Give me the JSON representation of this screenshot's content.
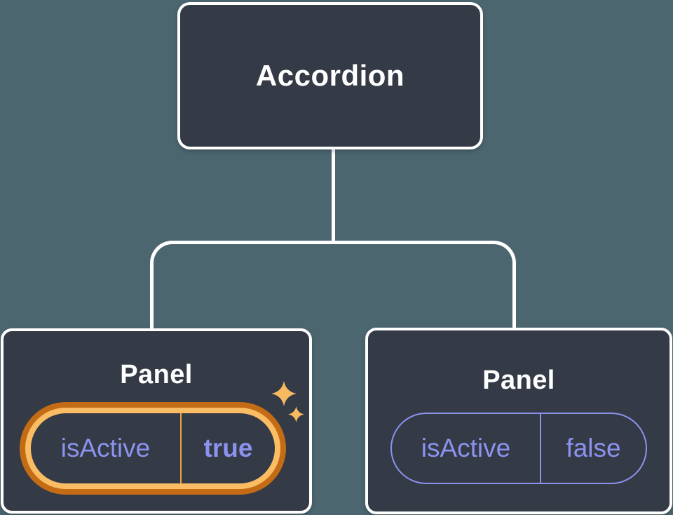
{
  "diagram": {
    "title": "component-tree-state-diagram",
    "colors": {
      "background": "#4C6670",
      "node_fill": "#343A46",
      "connector": "#FFFFFF",
      "state_purple": "#8B93EE",
      "highlight_ring_dark": "#C46B15",
      "highlight_ring_light": "#FABD64",
      "highlight_divider": "#E9A63F",
      "sparkle": "#F8BA60"
    },
    "root": {
      "label": "Accordion"
    },
    "children": [
      {
        "label": "Panel",
        "highlighted": true,
        "state": {
          "key": "isActive",
          "value": "true"
        }
      },
      {
        "label": "Panel",
        "highlighted": false,
        "state": {
          "key": "isActive",
          "value": "false"
        }
      }
    ]
  }
}
